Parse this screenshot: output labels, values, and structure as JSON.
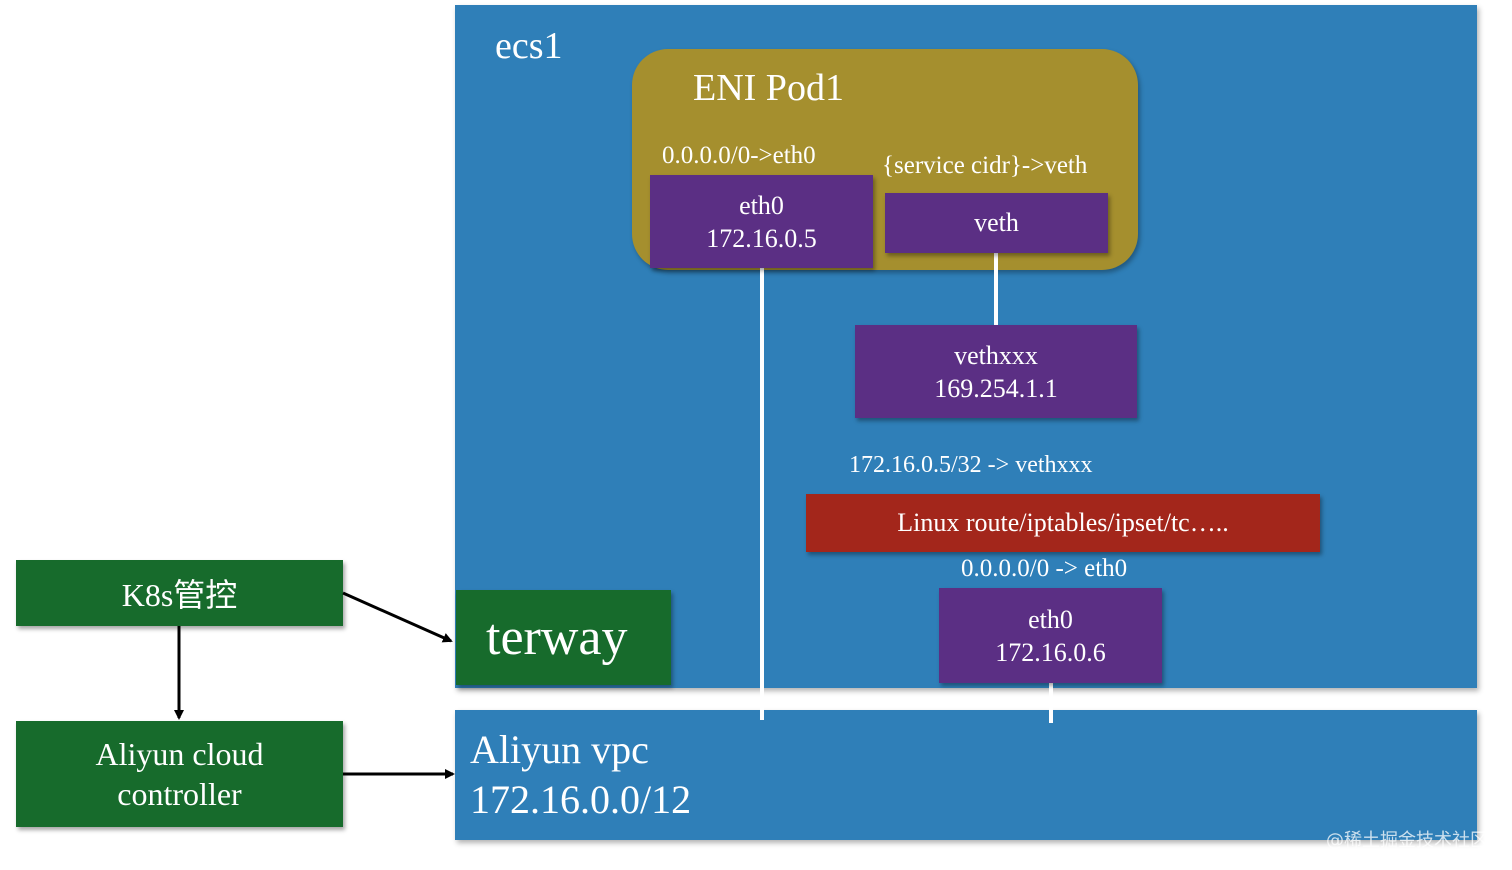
{
  "colors": {
    "blue_panel": "#2f7fb8",
    "pod": "#a58f2e",
    "interface": "#5b2f84",
    "linux": "#a3261b",
    "control": "#176b2c"
  },
  "ecs": {
    "title": "ecs1"
  },
  "pod": {
    "title": "ENI Pod1",
    "route_default": "0.0.0.0/0->eth0",
    "route_service": "{service cidr}->veth",
    "eth0": {
      "name": "eth0",
      "ip": "172.16.0.5"
    },
    "veth": {
      "name": "veth"
    }
  },
  "host": {
    "vethxxx": {
      "name": "vethxxx",
      "ip": "169.254.1.1"
    },
    "route_pod": "172.16.0.5/32 -> vethxxx",
    "linux_label": "Linux route/iptables/ipset/tc…..",
    "route_default": "0.0.0.0/0 -> eth0",
    "eth0": {
      "name": "eth0",
      "ip": "172.16.0.6"
    }
  },
  "terway": {
    "label": "terway"
  },
  "k8s": {
    "label": "K8s管控"
  },
  "controller": {
    "line1": "Aliyun cloud",
    "line2": "controller"
  },
  "vpc": {
    "line1": "Aliyun vpc",
    "line2": "172.16.0.0/12"
  },
  "watermark": "@稀土掘金技术社区"
}
